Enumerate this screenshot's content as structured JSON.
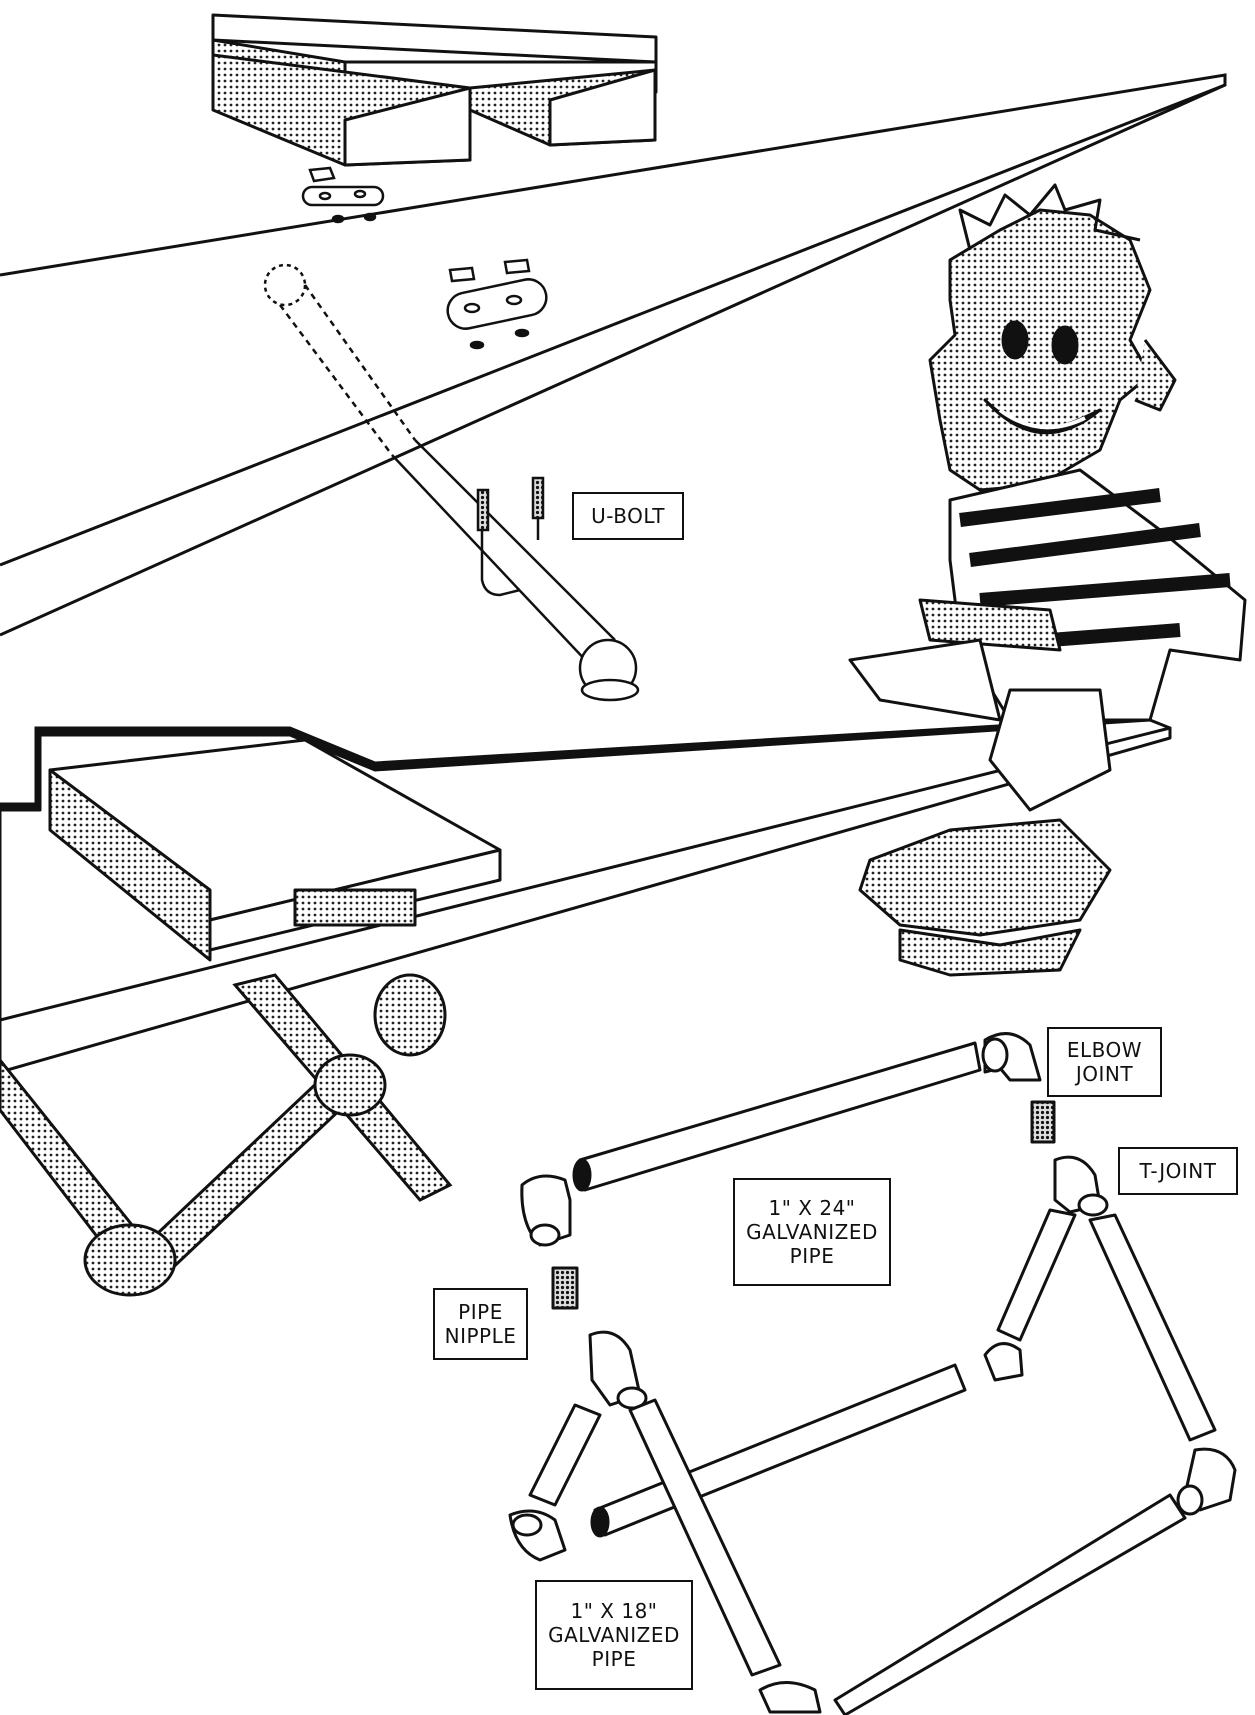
{
  "labels": {
    "u_bolt": "U-BOLT",
    "elbow_joint": [
      "ELBOW",
      "JOINT"
    ],
    "t_joint": "T-JOINT",
    "pipe_24": [
      "1\" X 24\"",
      "GALVANIZED",
      "PIPE"
    ],
    "pipe_nipple": [
      "PIPE",
      "NIPPLE"
    ],
    "pipe_18": [
      "1\" X 18\"",
      "GALVANIZED",
      "PIPE"
    ]
  },
  "colors": {
    "ink": "#111111",
    "paper": "#ffffff",
    "halftone": "#7a7a7a"
  }
}
